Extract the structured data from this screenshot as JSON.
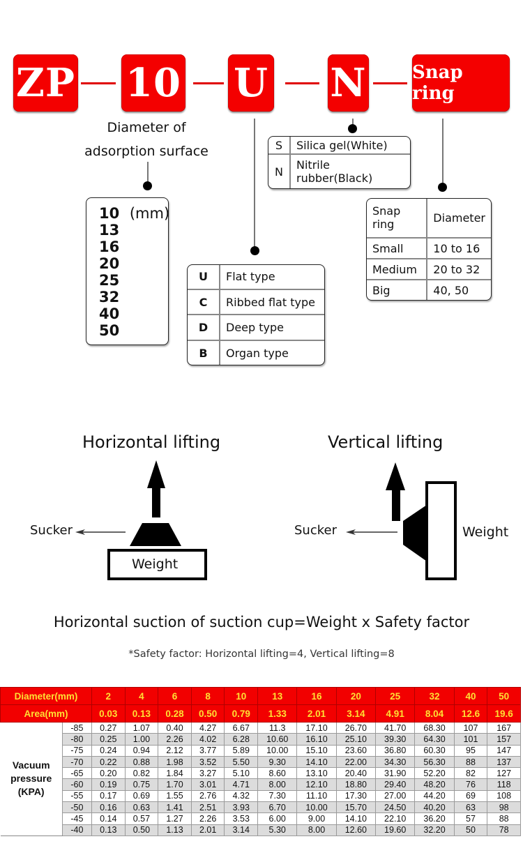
{
  "model_code": {
    "segments": [
      "ZP",
      "10",
      "U",
      "N",
      "Snap ring"
    ]
  },
  "diameter_section": {
    "label_line1": "Diameter of",
    "label_line2": "adsorption surface",
    "unit": "(mm)",
    "values": [
      "10",
      "13",
      "16",
      "20",
      "25",
      "32",
      "40",
      "50"
    ]
  },
  "material_table": {
    "rows": [
      {
        "code": "S",
        "desc": "Silica gel(White)"
      },
      {
        "code": "N",
        "desc": "Nitrile rubber(Black)"
      }
    ]
  },
  "type_table": {
    "rows": [
      {
        "code": "U",
        "desc": "Flat type"
      },
      {
        "code": "C",
        "desc": "Ribbed flat type"
      },
      {
        "code": "D",
        "desc": "Deep type"
      },
      {
        "code": "B",
        "desc": "Organ type"
      }
    ]
  },
  "snap_ring_table": {
    "headers": [
      "Snap ring",
      "Diameter"
    ],
    "rows": [
      {
        "size": "Small",
        "range": "10 to 16"
      },
      {
        "size": "Medium",
        "range": "20 to 32"
      },
      {
        "size": "Big",
        "range": "40, 50"
      }
    ]
  },
  "diagrams": {
    "horizontal": {
      "title": "Horizontal lifting",
      "sucker": "Sucker",
      "weight": "Weight"
    },
    "vertical": {
      "title": "Vertical lifting",
      "sucker": "Sucker",
      "weight": "Weight"
    }
  },
  "formula": "Horizontal suction of suction cup=Weight x Safety factor",
  "note": "*Safety factor: Horizontal lifting=4, Vertical lifting=8",
  "colors": {
    "accent_red": "#f20000",
    "header_text_yellow": "#ffe033"
  },
  "data_table": {
    "diameter_label": "Diameter(mm)",
    "area_label": "Area(mm)",
    "pressure_label_lines": [
      "Vacuum",
      "pressure",
      "(KPA)"
    ],
    "diameters": [
      "2",
      "4",
      "6",
      "8",
      "10",
      "13",
      "16",
      "20",
      "25",
      "32",
      "40",
      "50"
    ],
    "areas": [
      "0.03",
      "0.13",
      "0.28",
      "0.50",
      "0.79",
      "1.33",
      "2.01",
      "3.14",
      "4.91",
      "8.04",
      "12.6",
      "19.6"
    ],
    "rows": [
      {
        "pressure": "-85",
        "values": [
          "0.27",
          "1.07",
          "0.40",
          "4.27",
          "6.67",
          "11.3",
          "17.10",
          "26.70",
          "41.70",
          "68.30",
          "107",
          "167"
        ]
      },
      {
        "pressure": "-80",
        "values": [
          "0.25",
          "1.00",
          "2.26",
          "4.02",
          "6.28",
          "10.60",
          "16.10",
          "25.10",
          "39.30",
          "64.30",
          "101",
          "157"
        ]
      },
      {
        "pressure": "-75",
        "values": [
          "0.24",
          "0.94",
          "2.12",
          "3.77",
          "5.89",
          "10.00",
          "15.10",
          "23.60",
          "36.80",
          "60.30",
          "95",
          "147"
        ]
      },
      {
        "pressure": "-70",
        "values": [
          "0.22",
          "0.88",
          "1.98",
          "3.52",
          "5.50",
          "9.30",
          "14.10",
          "22.00",
          "34.30",
          "56.30",
          "88",
          "137"
        ]
      },
      {
        "pressure": "-65",
        "values": [
          "0.20",
          "0.82",
          "1.84",
          "3.27",
          "5.10",
          "8.60",
          "13.10",
          "20.40",
          "31.90",
          "52.20",
          "82",
          "127"
        ]
      },
      {
        "pressure": "-60",
        "values": [
          "0.19",
          "0.75",
          "1.70",
          "3.01",
          "4.71",
          "8.00",
          "12.10",
          "18.80",
          "29.40",
          "48.20",
          "76",
          "118"
        ]
      },
      {
        "pressure": "-55",
        "values": [
          "0.17",
          "0.69",
          "1.55",
          "2.76",
          "4.32",
          "7.30",
          "11.10",
          "17.30",
          "27.00",
          "44.20",
          "69",
          "108"
        ]
      },
      {
        "pressure": "-50",
        "values": [
          "0.16",
          "0.63",
          "1.41",
          "2.51",
          "3.93",
          "6.70",
          "10.00",
          "15.70",
          "24.50",
          "40.20",
          "63",
          "98"
        ]
      },
      {
        "pressure": "-45",
        "values": [
          "0.14",
          "0.57",
          "1.27",
          "2.26",
          "3.53",
          "6.00",
          "9.00",
          "14.10",
          "22.10",
          "36.20",
          "57",
          "88"
        ]
      },
      {
        "pressure": "-40",
        "values": [
          "0.13",
          "0.50",
          "1.13",
          "2.01",
          "3.14",
          "5.30",
          "8.00",
          "12.60",
          "19.60",
          "32.20",
          "50",
          "78"
        ]
      }
    ]
  }
}
